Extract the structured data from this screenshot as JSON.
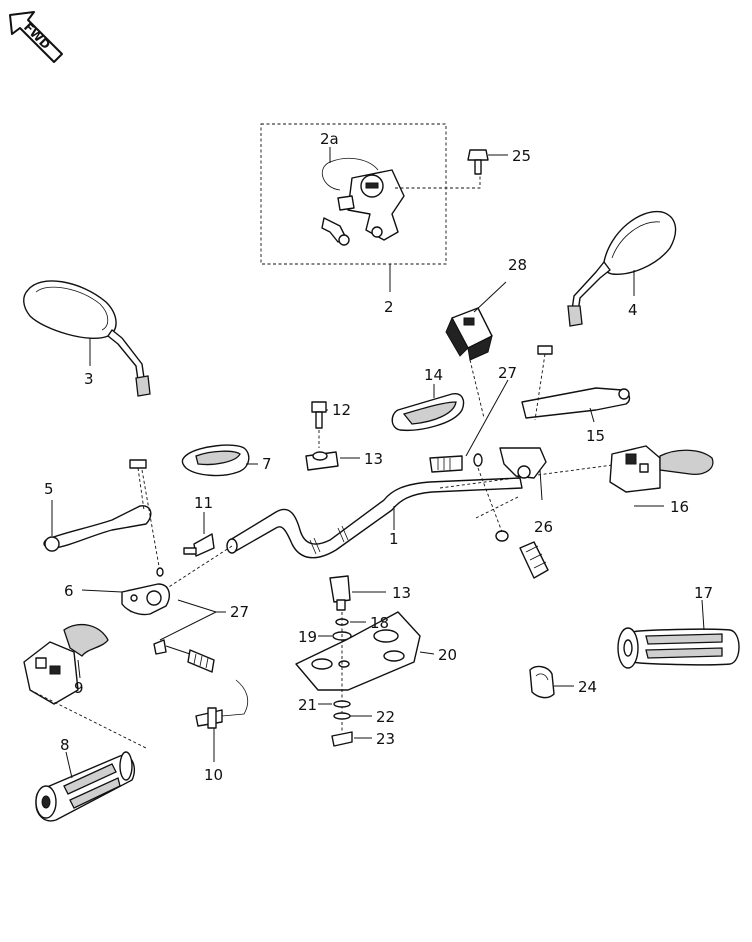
{
  "fwd_marker": {
    "text": "FWD",
    "icon": "forward-arrow-icon"
  },
  "callouts": {
    "c1": "1",
    "c2": "2",
    "c2a": "2a",
    "c3": "3",
    "c4": "4",
    "c5": "5",
    "c6": "6",
    "c7": "7",
    "c8": "8",
    "c9": "9",
    "c10": "10",
    "c11": "11",
    "c12": "12",
    "c13a": "13",
    "c13b": "13",
    "c14": "14",
    "c15": "15",
    "c16": "16",
    "c17": "17",
    "c18": "18",
    "c19": "19",
    "c20": "20",
    "c21": "21",
    "c22": "22",
    "c23": "23",
    "c24": "24",
    "c25": "25",
    "c26": "26",
    "c27a": "27",
    "c27b": "27",
    "c28": "28"
  },
  "colors": {
    "line": "#111111",
    "fill": "#ffffff",
    "shade": "#cfcfcf"
  }
}
